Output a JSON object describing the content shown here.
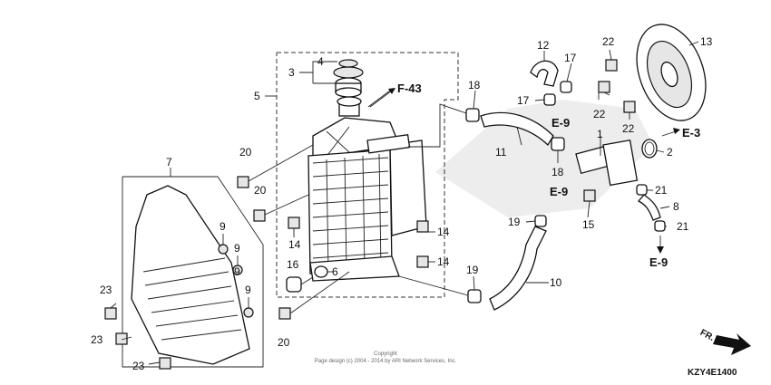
{
  "callouts": {
    "c1": "1",
    "c2": "2",
    "c3": "3",
    "c4": "4",
    "c5": "5",
    "c6": "6",
    "c7": "7",
    "c8": "8",
    "c9a": "9",
    "c9b": "9",
    "c9c": "9",
    "c9d": "9",
    "c10": "10",
    "c11": "11",
    "c12": "12",
    "c13": "13",
    "c14a": "14",
    "c14b": "14",
    "c14c": "14",
    "c15": "15",
    "c16": "16",
    "c17a": "17",
    "c17b": "17",
    "c18a": "18",
    "c18b": "18",
    "c19a": "19",
    "c19b": "19",
    "c20a": "20",
    "c20b": "20",
    "c20c": "20",
    "c21a": "21",
    "c21b": "21",
    "c22a": "22",
    "c22b": "22",
    "c22c": "22",
    "c23a": "23",
    "c23b": "23",
    "c23c": "23"
  },
  "references": {
    "f43": "F-43",
    "e3": "E-3",
    "e9a": "E-9",
    "e9b": "E-9",
    "e9c": "E-9"
  },
  "copyright": {
    "line1": "Copyright",
    "line2": "Page design (c) 2004 - 2014 by ARI Network Services, Inc."
  },
  "direction_label": "FR.",
  "diagram_code": "KZY4E1400"
}
